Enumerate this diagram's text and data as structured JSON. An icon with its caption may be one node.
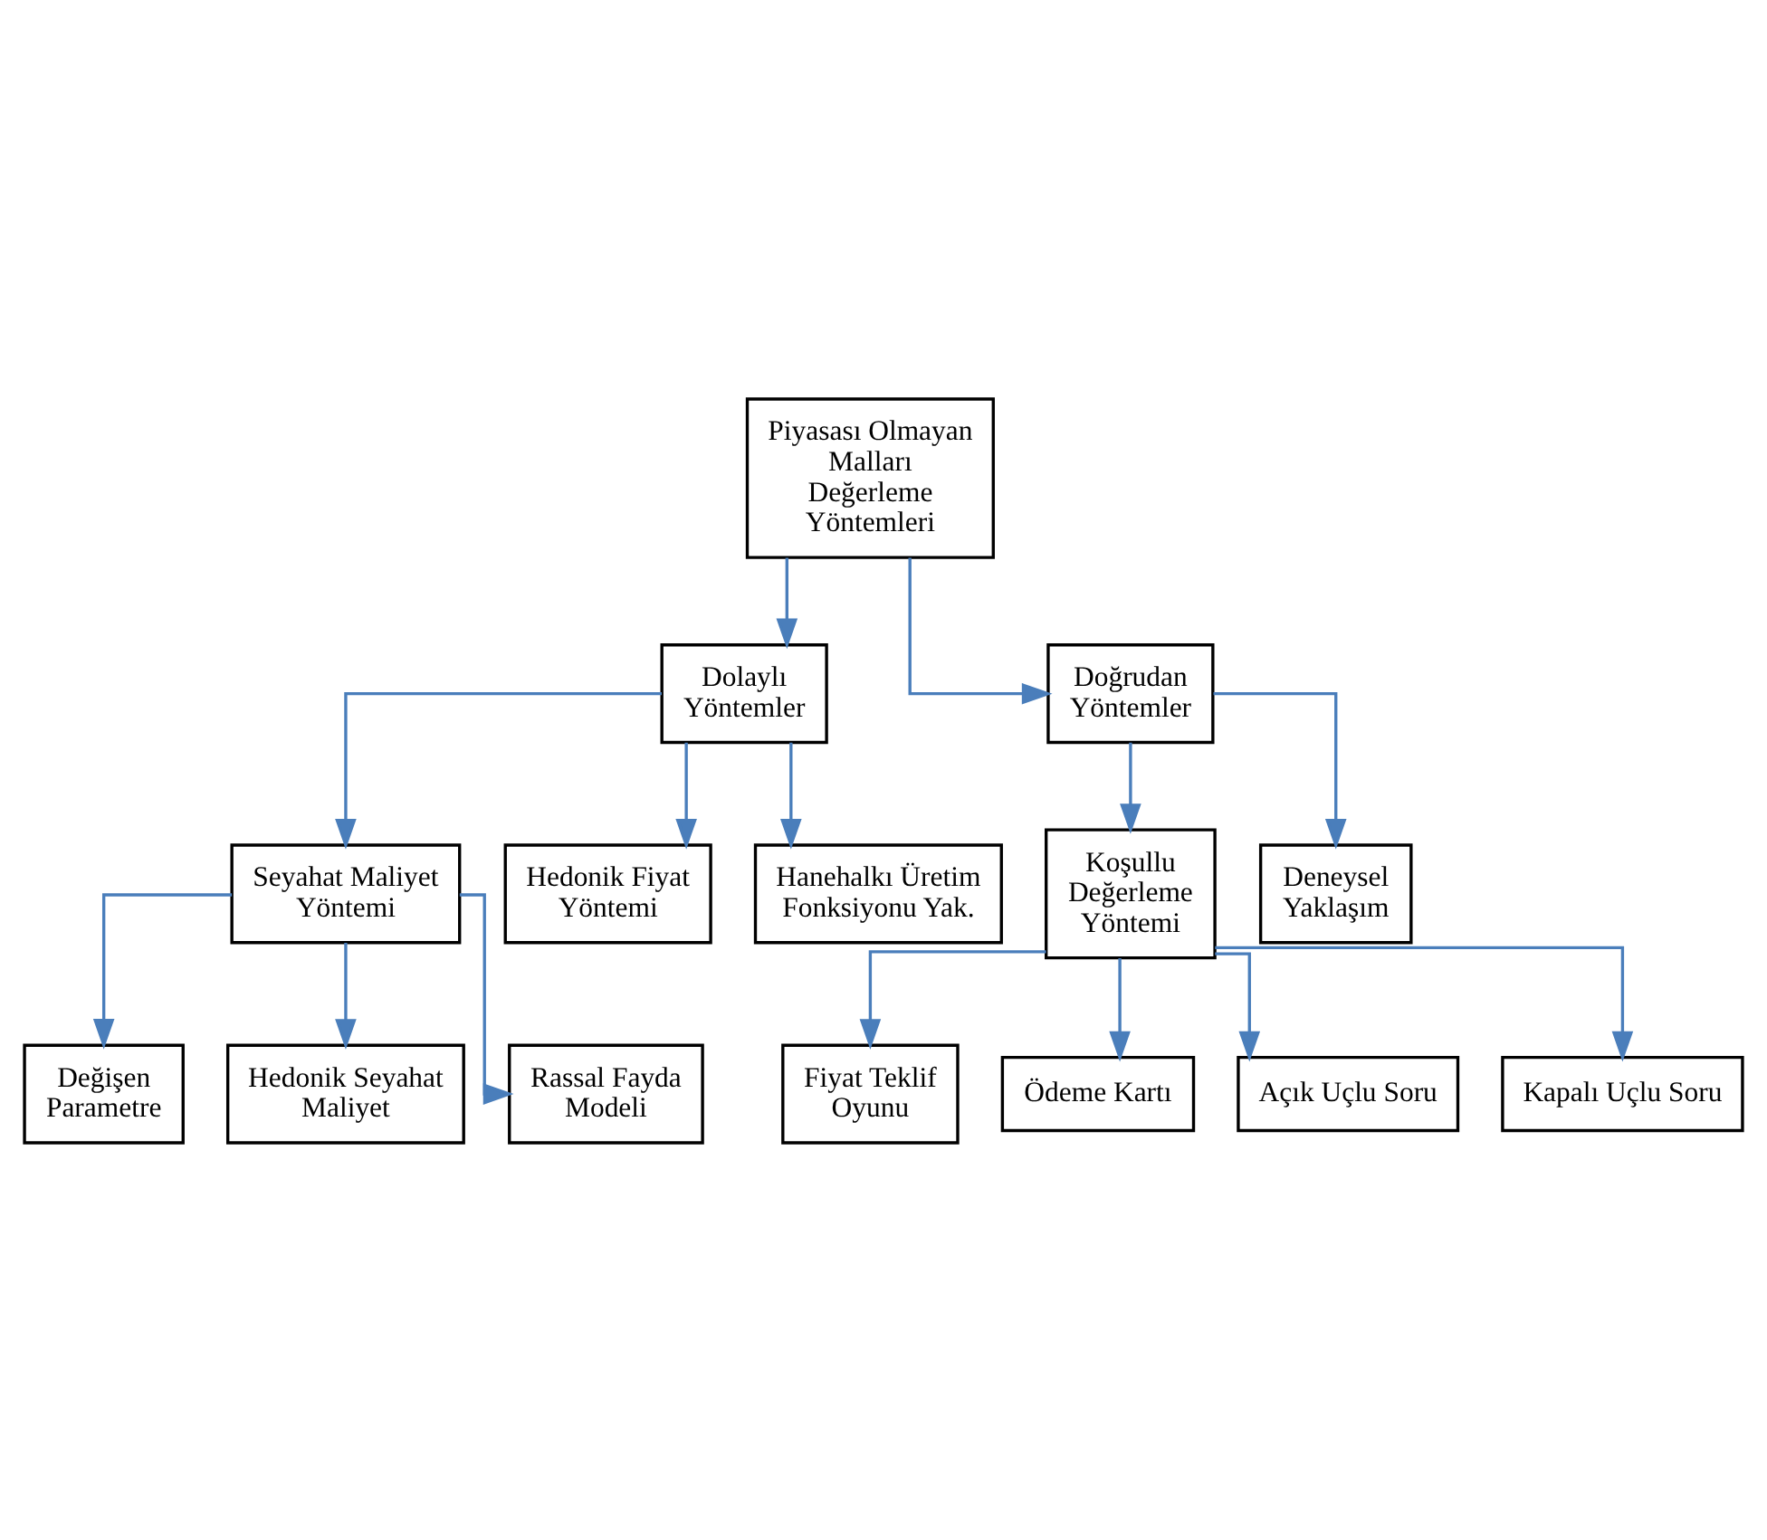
{
  "diagram": {
    "nodes": [
      {
        "text": [
          "Piyasası Olmayan Malları Değerleme Yöntemleri"
        ]
      },
      {
        "text": [
          "Dolaylı Yöntemler"
        ]
      },
      {
        "text": [
          "Doğrudan Yöntemler"
        ]
      },
      {
        "text": [
          "Seyahat Maliyet Yöntemi"
        ]
      },
      {
        "text": [
          "Hedonik Fiyat Yöntemi"
        ]
      },
      {
        "text": [
          "Hanehalkı Üretim Fonksiyonu Yak."
        ]
      },
      {
        "text": [
          "Koşullu Değerleme Yöntemi"
        ]
      },
      {
        "text": [
          "Deneysel Yaklaşım"
        ]
      },
      {
        "text": [
          "Değişen Parametre"
        ]
      },
      {
        "text": [
          "Hedonik Seyahat Maliyet"
        ]
      },
      {
        "text": [
          "Rassal Fayda Modeli"
        ]
      },
      {
        "text": [
          "Fiyat Teklif Oyunu"
        ]
      },
      {
        "text": [
          "Ödeme Kartı"
        ]
      },
      {
        "text": [
          "Açık Uçlu Soru"
        ]
      },
      {
        "text": [
          "Kapalı Uçlu Soru"
        ]
      }
    ],
    "edges": [
      {
        "from": 0,
        "to": 1,
        "arrow": "to"
      },
      {
        "from": 0,
        "to": 2,
        "arrow": "to"
      },
      {
        "from": 1,
        "to": 3,
        "arrow": "to"
      },
      {
        "from": 1,
        "to": 4,
        "arrow": "to"
      },
      {
        "from": 1,
        "to": 5,
        "arrow": "to"
      },
      {
        "from": 2,
        "to": 6,
        "arrow": "to"
      },
      {
        "from": 2,
        "to": 7,
        "arrow": "to"
      },
      {
        "from": 3,
        "to": 8,
        "arrow": "to"
      },
      {
        "from": 3,
        "to": 9,
        "arrow": "to"
      },
      {
        "from": 3,
        "to": 10,
        "arrow": "to"
      },
      {
        "from": 6,
        "to": 11,
        "arrow": "to"
      },
      {
        "from": 6,
        "to": 12,
        "arrow": "to"
      },
      {
        "from": 6,
        "to": 13,
        "arrow": "to"
      },
      {
        "from": 6,
        "to": 14,
        "arrow": "to"
      }
    ]
  }
}
